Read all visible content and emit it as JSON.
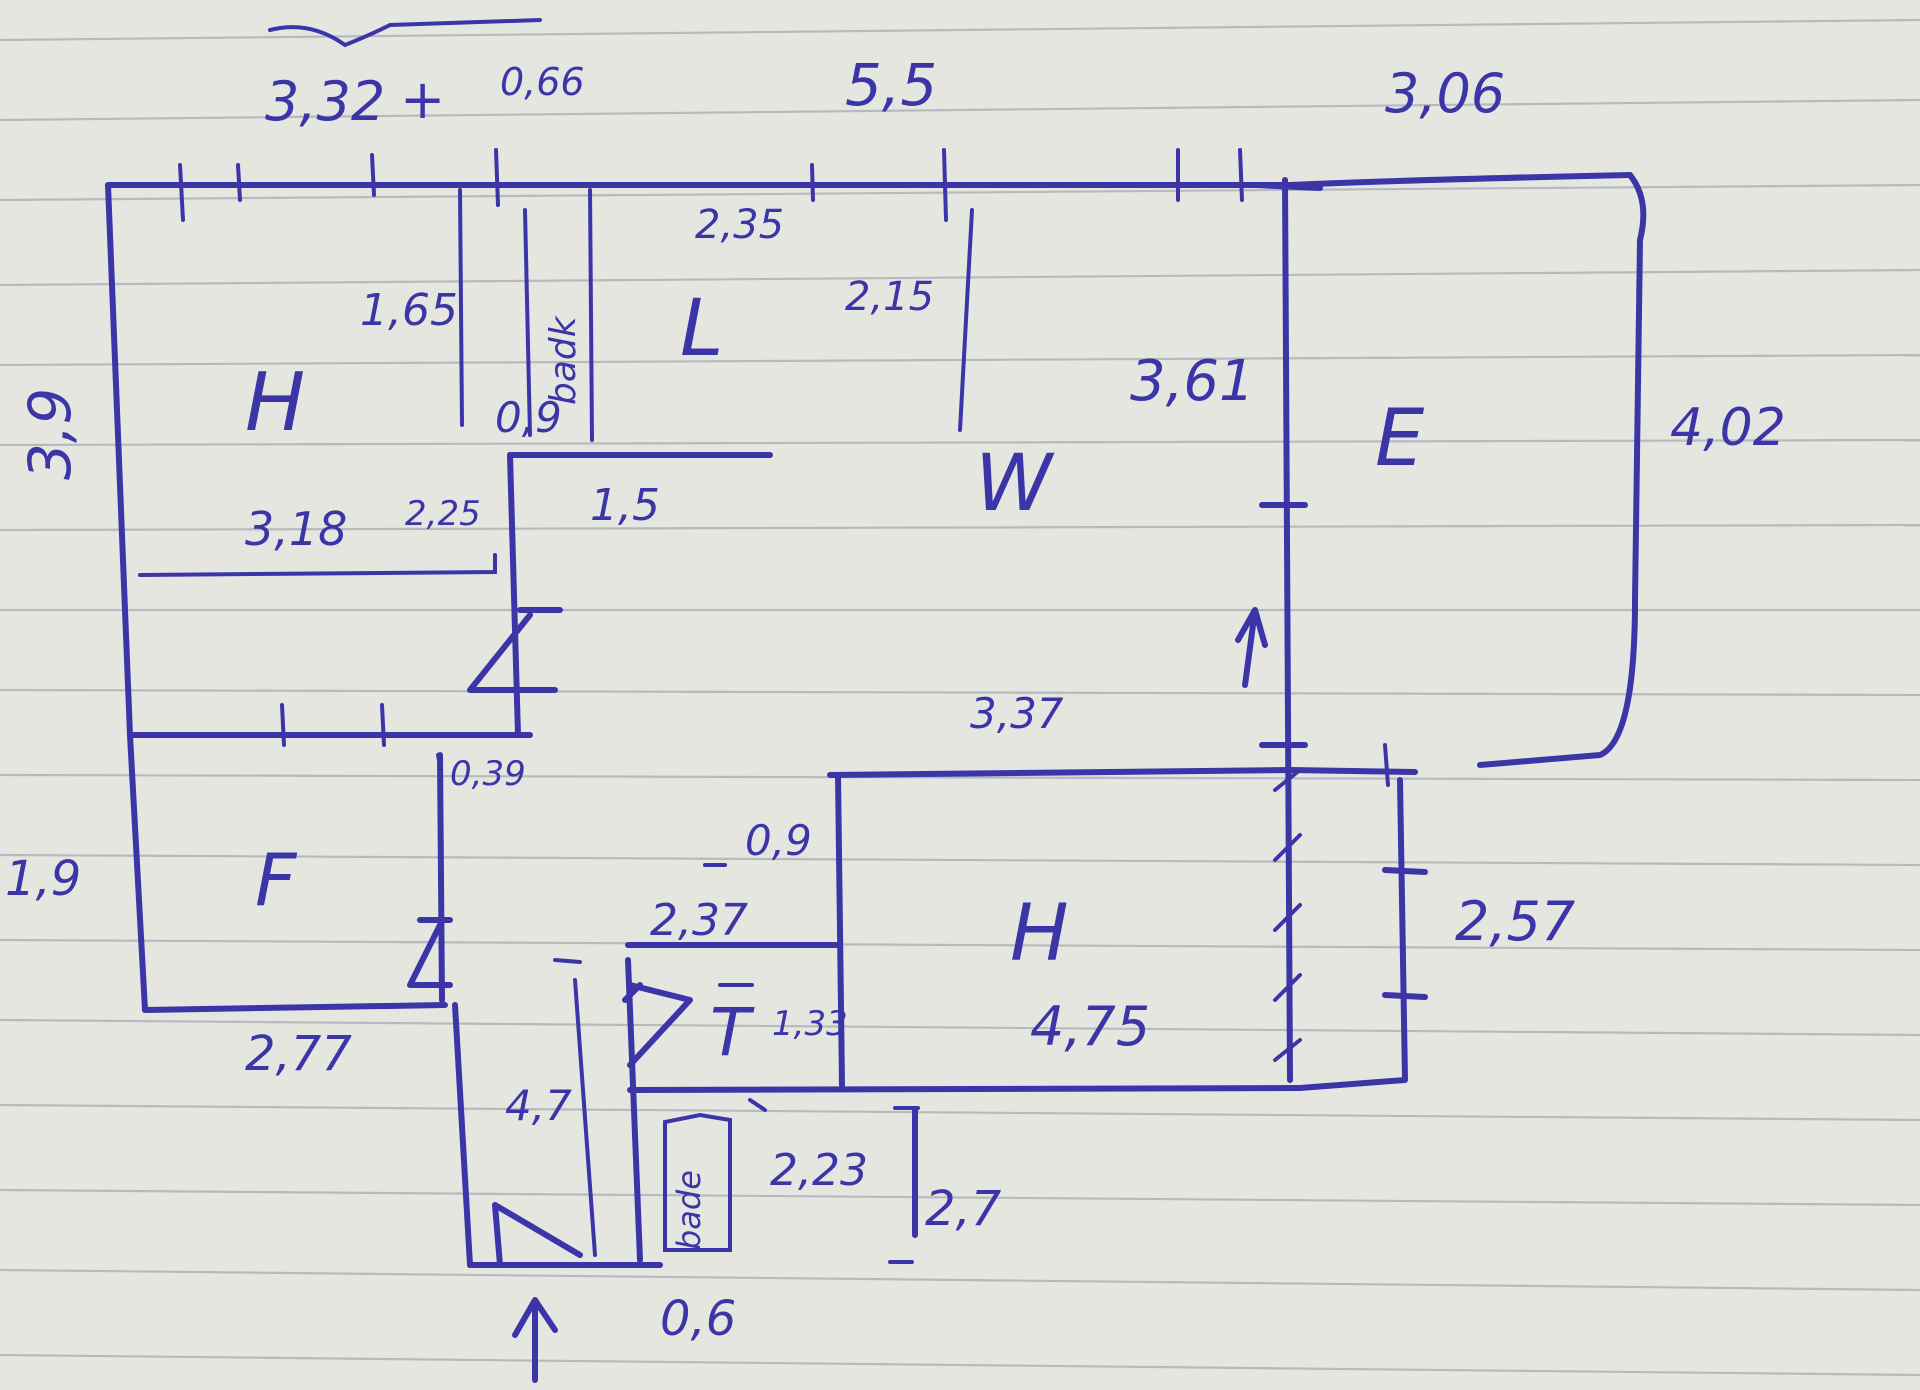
{
  "colors": {
    "paper": "#e6e6e1",
    "ink": "#3b35a8",
    "ruling": "#b7b9bf"
  },
  "measurements": {
    "top_left_a": "3,32",
    "top_plus": "+",
    "top_left_b": "0,66",
    "top_middle": "5,5",
    "top_right": "3,06",
    "left_height_top": "3,9",
    "right_height": "4,02",
    "wardrobe_depth": "1,65",
    "hall_width": "2,35",
    "living_divider": "2,15",
    "east_wall": "3,61",
    "corridor_gap": "0,9",
    "hall_bottom": "1,5",
    "bedroom_width": "3,18",
    "bedroom_small": "2,25",
    "step_small": "0,39",
    "left_height_bottom": "1,9",
    "room_f_width": "2,77",
    "inner_top": "3,37",
    "door_small": "0,9",
    "inner_left": "2,37",
    "wc_width": "1,33",
    "room_h_width": "4,75",
    "right_lower": "2,57",
    "entry_height": "4,7",
    "bath_width": "2,23",
    "bath_height": "2,7",
    "bottom_small": "0,6"
  },
  "room_labels": {
    "room_top_left": "H",
    "room_hall": "L",
    "room_vertical": "badk",
    "room_lower_hall": "bade",
    "room_living": "W",
    "room_east": "E",
    "room_f": "F",
    "room_h": "H",
    "room_wc": "T"
  }
}
